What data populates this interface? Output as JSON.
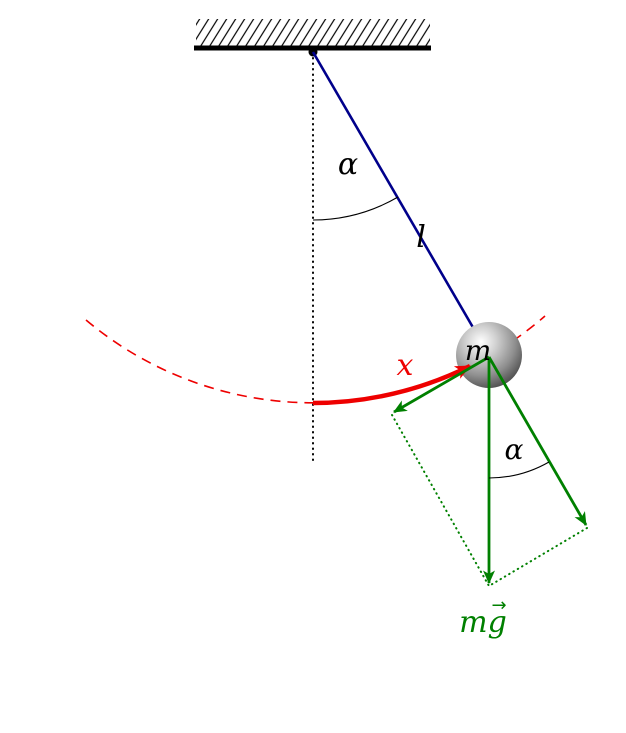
{
  "figure": {
    "kind": "pendulum-force-diagram",
    "labels": {
      "angle_at_pivot": "α",
      "rod": "l",
      "mass": "m",
      "displacement": "x",
      "angle_at_mass": "α",
      "gravity": "mg",
      "vector_mark": "→"
    },
    "colors": {
      "rod": "#00008b",
      "displacement": "#ee0000",
      "force": "#008000",
      "ink": "#000000"
    }
  }
}
